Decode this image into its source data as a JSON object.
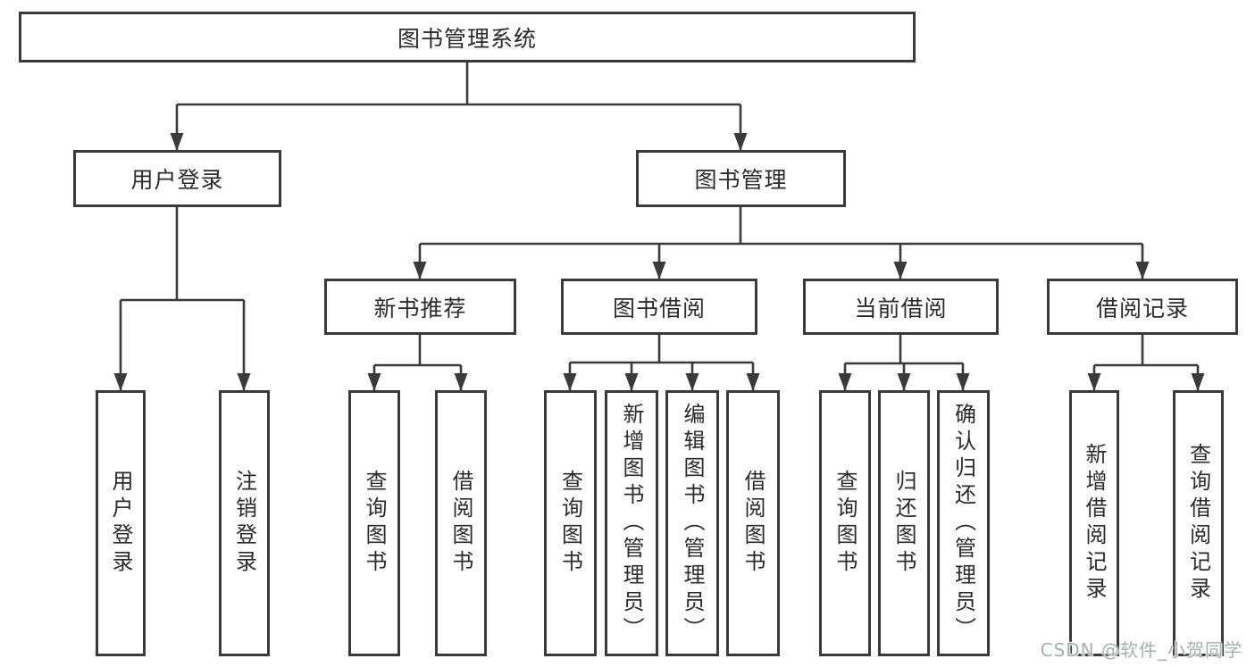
{
  "tree": {
    "root": {
      "label": "图书管理系统"
    },
    "children": [
      {
        "label": "用户登录",
        "children": [
          {
            "label": "用户登录"
          },
          {
            "label": "注销登录"
          }
        ]
      },
      {
        "label": "图书管理",
        "children": [
          {
            "label": "新书推荐",
            "children": [
              {
                "label": "查询图书"
              },
              {
                "label": "借阅图书"
              }
            ]
          },
          {
            "label": "图书借阅",
            "children": [
              {
                "label": "查询图书"
              },
              {
                "label": "新增图书（管理员）"
              },
              {
                "label": "编辑图书（管理员）"
              },
              {
                "label": "借阅图书"
              }
            ]
          },
          {
            "label": "当前借阅",
            "children": [
              {
                "label": "查询图书"
              },
              {
                "label": "归还图书"
              },
              {
                "label": "确认归还（管理员）"
              }
            ]
          },
          {
            "label": "借阅记录",
            "children": [
              {
                "label": "新增借阅记录"
              },
              {
                "label": "查询借阅记录"
              }
            ]
          }
        ]
      }
    ]
  },
  "watermark": "CSDN @软件_小贺同学",
  "colors": {
    "line": "#3a3a3a",
    "box_border": "#3a3a3a",
    "text": "#2b2b2b",
    "background": "#ffffff",
    "watermark": "#a9adb3"
  }
}
